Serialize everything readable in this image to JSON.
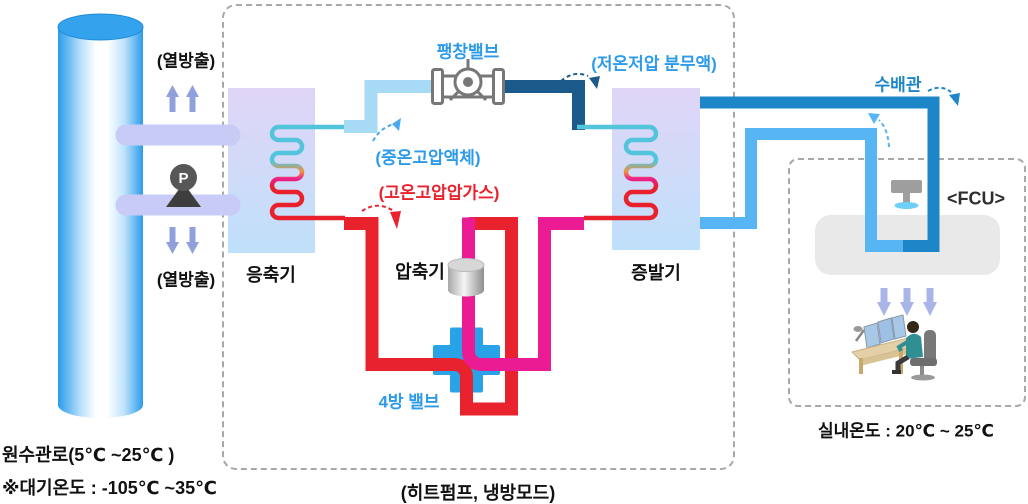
{
  "caption": "(히트펌프, 냉방모드)",
  "source_side": {
    "raw_water_label": "원수관로(5℃ ~25℃ )",
    "ambient_label": "※대기온도 : -105℃ ~35℃",
    "heat_release_top": "(열방출)",
    "heat_release_bottom": "(열방출)",
    "pump_label": "P"
  },
  "cycle": {
    "condenser_label": "응축기",
    "evaporator_label": "증발기",
    "compressor_label": "압축기",
    "expansion_valve_label": "팽창밸브",
    "four_way_valve_label": "4방 밸브",
    "state_medium_temp_liquid": "(중온고압액체)",
    "state_high_temp_gas": "(고온고압압가스)",
    "state_low_temp_spray": "(저온저압 분무액)"
  },
  "indoor_side": {
    "water_pipe_label": "수배관",
    "fcu_label": "<FCU>",
    "indoor_temp_label": "실내온도 : 20℃ ~ 25℃"
  },
  "colors": {
    "hot_gas_red": "#E8232E",
    "suction_magenta": "#EA1B93",
    "liquid_pale_blue": "#A7DBF5",
    "spray_navy": "#1B5A8A",
    "water_supply_teal": "#1C86C8",
    "water_return_blue": "#56B5F2",
    "four_way_valve_blue": "#29A3E8",
    "label_blue": "#2D9BEA",
    "source_pipe_lavender": "#C7CBF5"
  }
}
